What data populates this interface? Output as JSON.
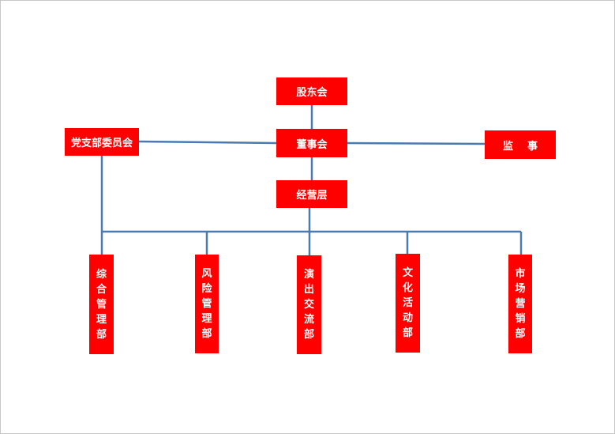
{
  "colors": {
    "box_fill": "#ff0000",
    "line": "#4a7ab0",
    "text": "#ffffff"
  },
  "boxes": {
    "shareholders": "股东会",
    "board": "董事会",
    "party_committee": "党支部委员会",
    "supervisor": "监    事",
    "management": "经营层"
  },
  "departments": [
    {
      "label": "综合管理部"
    },
    {
      "label": "风险管理部"
    },
    {
      "label": "演出交流部"
    },
    {
      "label": "文化活动部"
    },
    {
      "label": "市场营销部"
    }
  ]
}
